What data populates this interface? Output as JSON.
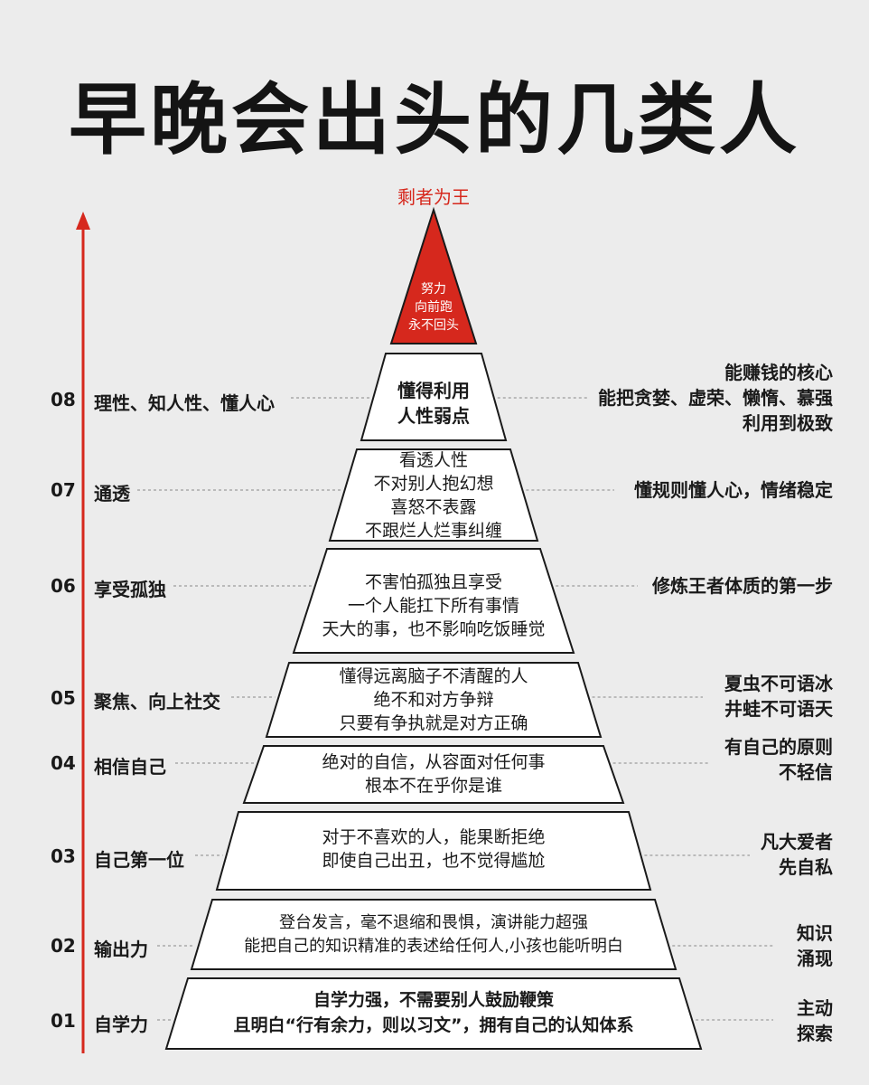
{
  "title": "早晚会出头的几类人",
  "apex": {
    "label": "剩者为王",
    "lines": [
      "努力",
      "向前跑",
      "永不回头"
    ]
  },
  "tiers": [
    {
      "num": "08",
      "left": "理性、知人性、懂人心",
      "center": [
        "懂得利用",
        "人性弱点"
      ],
      "right": [
        "能赚钱的核心",
        "能把贪婪、虚荣、懒惰、慕强",
        "利用到极致"
      ]
    },
    {
      "num": "07",
      "left": "通透",
      "center": [
        "看透人性",
        "不对别人抱幻想",
        "喜怒不表露",
        "不跟烂人烂事纠缠"
      ],
      "right": [
        "懂规则懂人心，情绪稳定"
      ]
    },
    {
      "num": "06",
      "left": "享受孤独",
      "center": [
        "不害怕孤独且享受",
        "一个人能扛下所有事情",
        "天大的事，也不影响吃饭睡觉"
      ],
      "right": [
        "修炼王者体质的第一步"
      ]
    },
    {
      "num": "05",
      "left": "聚焦、向上社交",
      "center": [
        "懂得远离脑子不清醒的人",
        "绝不和对方争辩",
        "只要有争执就是对方正确"
      ],
      "right": [
        "夏虫不可语冰",
        "井蛙不可语天"
      ]
    },
    {
      "num": "04",
      "left": "相信自己",
      "center": [
        "绝对的自信，从容面对任何事",
        "根本不在乎你是谁"
      ],
      "right": [
        "有自己的原则",
        "不轻信"
      ]
    },
    {
      "num": "03",
      "left": "自己第一位",
      "center": [
        "对于不喜欢的人，能果断拒绝",
        "即使自己出丑，也不觉得尴尬"
      ],
      "right": [
        "凡大爱者",
        "先自私"
      ]
    },
    {
      "num": "02",
      "left": "输出力",
      "center": [
        "登台发言，毫不退缩和畏惧，演讲能力超强",
        "能把自己的知识精准的表述给任何人,小孩也能听明白"
      ],
      "right": [
        "知识",
        "涌现"
      ]
    },
    {
      "num": "01",
      "left": "自学力",
      "center": [
        "自学力强，不需要别人鼓励鞭策",
        "且明白“行有余力，则以习文”，拥有自己的认知体系"
      ],
      "right": [
        "主动",
        "探索"
      ]
    }
  ],
  "colors": {
    "accent": "#d6281d",
    "ink": "#1a1a1a",
    "tier_fill": "#ffffff"
  }
}
